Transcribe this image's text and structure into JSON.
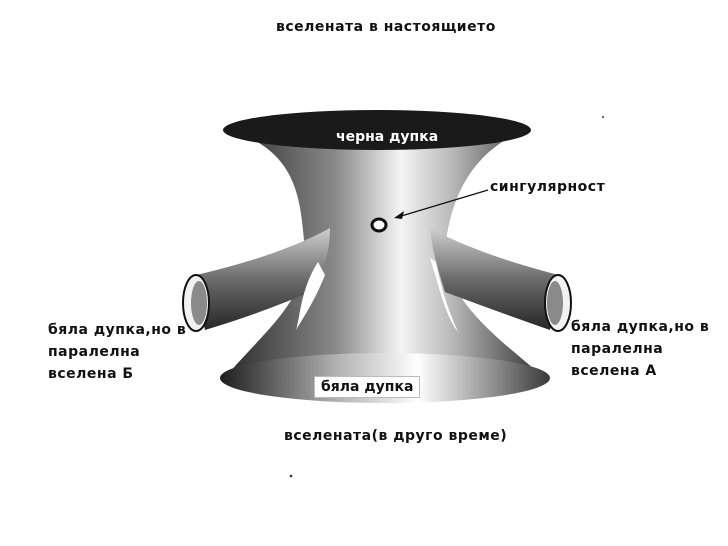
{
  "title": "вселената в настоящието",
  "labels": {
    "black_hole": "черна дупка",
    "singularity": "сингулярност",
    "white_hole": "бяла дупка",
    "bottom": "вселената(в друго време)",
    "left": [
      "бяла дупка,но в",
      "паралелна",
      "вселена Б"
    ],
    "right": [
      "бяла дупка,но в",
      "паралелна",
      "вселена А"
    ]
  }
}
